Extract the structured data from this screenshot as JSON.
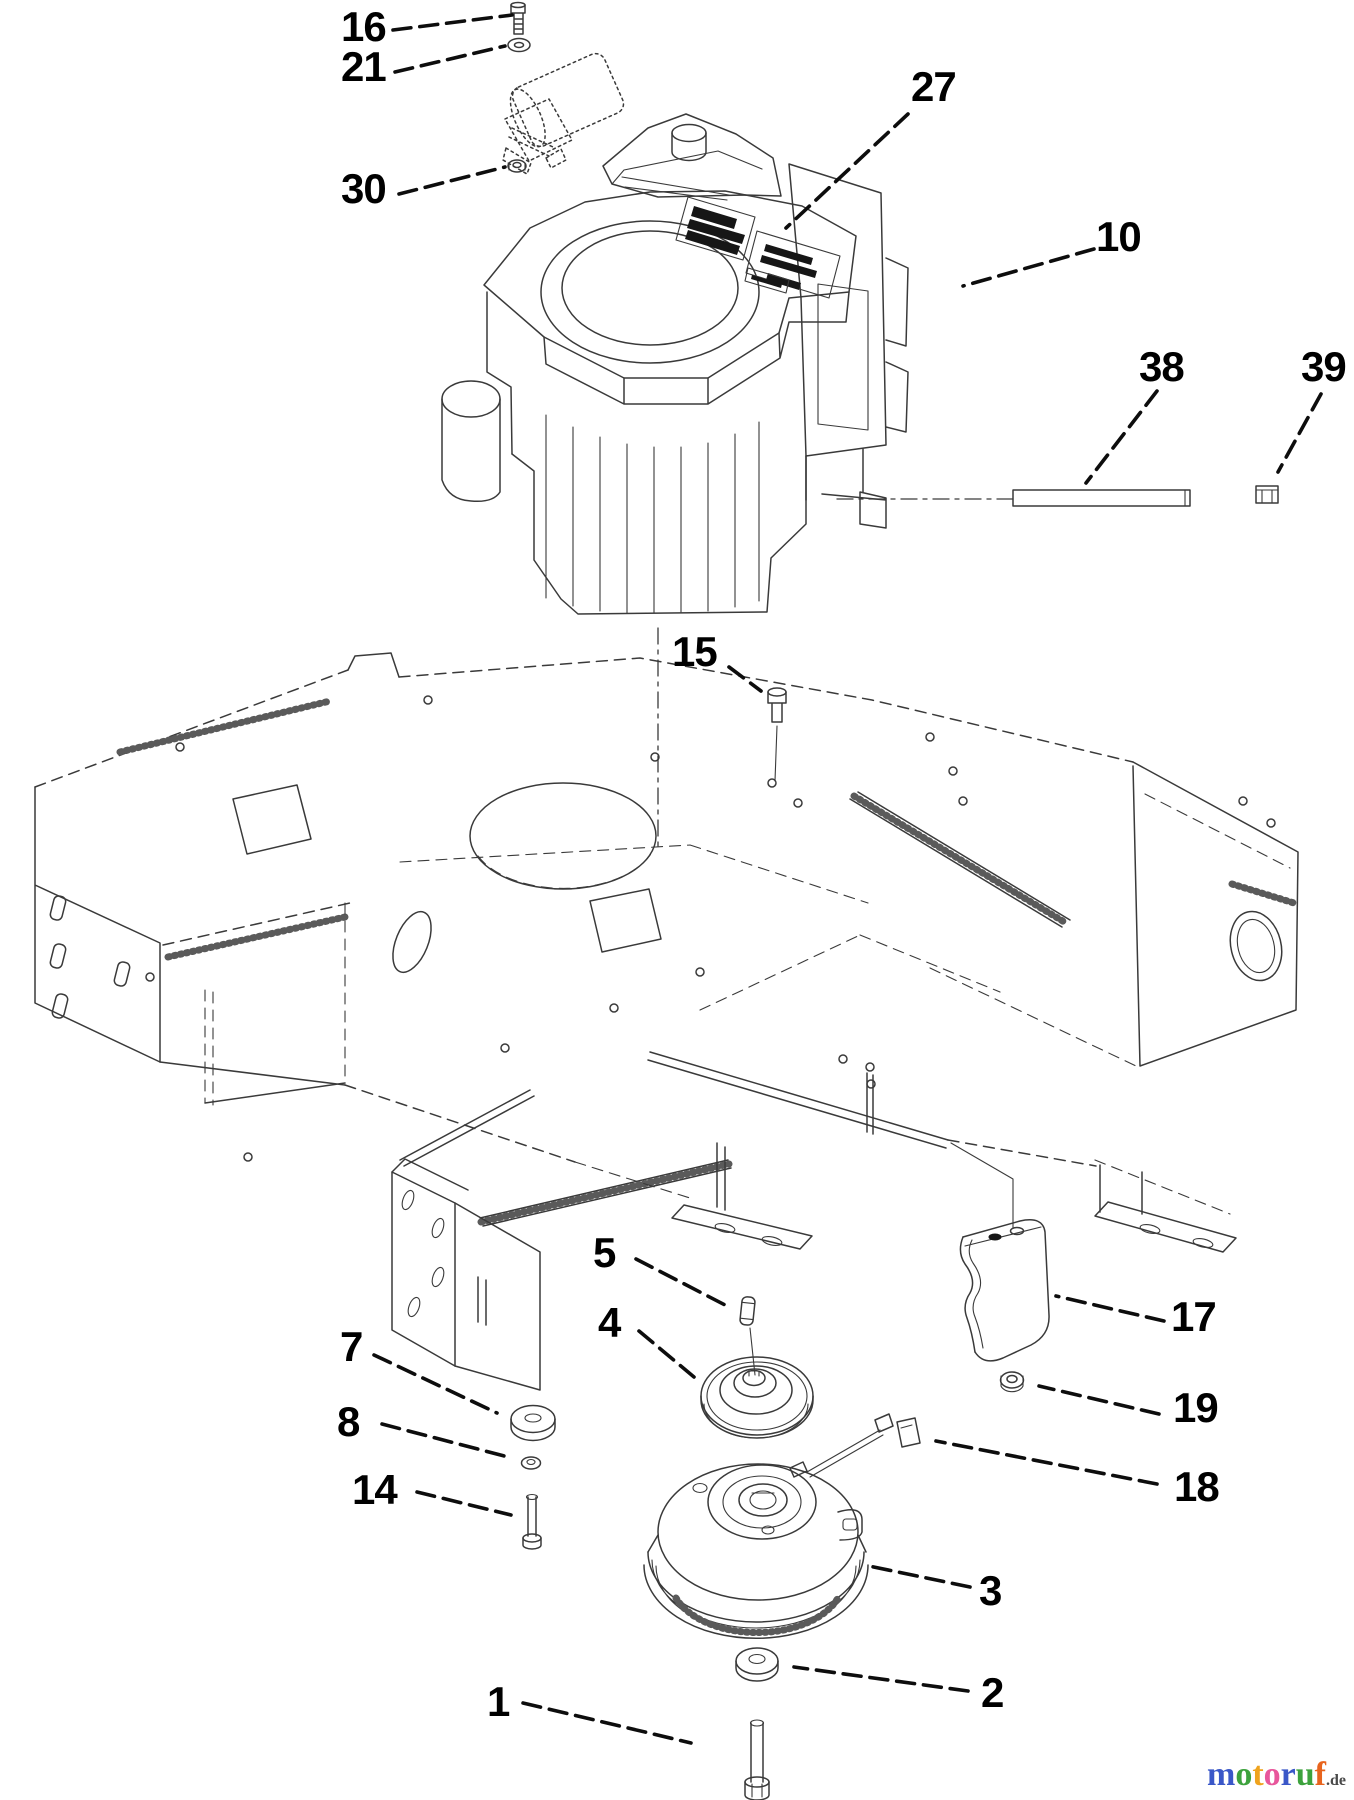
{
  "diagram": {
    "type": "exploded-parts-diagram",
    "colors": {
      "background": "#ffffff",
      "line": "#3a3a3a",
      "callout": "#000000"
    },
    "callouts": {
      "c1": {
        "label": "1"
      },
      "c2": {
        "label": "2"
      },
      "c3": {
        "label": "3"
      },
      "c4": {
        "label": "4"
      },
      "c5": {
        "label": "5"
      },
      "c7": {
        "label": "7"
      },
      "c8": {
        "label": "8"
      },
      "c10": {
        "label": "10"
      },
      "c14": {
        "label": "14"
      },
      "c15": {
        "label": "15"
      },
      "c16": {
        "label": "16"
      },
      "c17": {
        "label": "17"
      },
      "c18": {
        "label": "18"
      },
      "c19": {
        "label": "19"
      },
      "c21": {
        "label": "21"
      },
      "c27": {
        "label": "27"
      },
      "c30": {
        "label": "30"
      },
      "c38": {
        "label": "38"
      },
      "c39": {
        "label": "39"
      }
    }
  },
  "logo": {
    "letters": [
      {
        "ch": "m",
        "color": "#3a57c8"
      },
      {
        "ch": "o",
        "color": "#3da23d"
      },
      {
        "ch": "t",
        "color": "#efa31d"
      },
      {
        "ch": "o",
        "color": "#e8569b"
      },
      {
        "ch": "r",
        "color": "#3a57c8"
      },
      {
        "ch": "u",
        "color": "#3da23d"
      },
      {
        "ch": "f",
        "color": "#e8641d"
      }
    ],
    "suffix": ".de",
    "suffix_color": "#4a4a4a"
  }
}
